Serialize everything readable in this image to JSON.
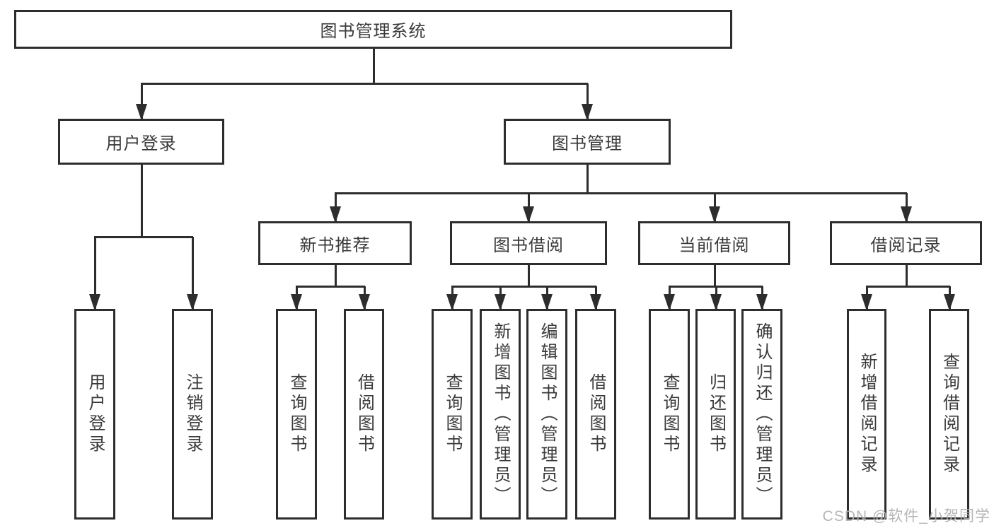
{
  "diagram": {
    "type": "hierarchy",
    "title": "图书管理系统"
  },
  "nodes": {
    "root": "图书管理系统",
    "user-login": "用户登录",
    "book-mgmt": "图书管理",
    "new-book-rec": "新书推荐",
    "book-borrow": "图书借阅",
    "current-borrow": "当前借阅",
    "borrow-records": "借阅记录",
    "login": "用户登录",
    "logout": "注销登录",
    "rec-query-book": "查询图书",
    "rec-borrow-book": "借阅图书",
    "bb-query-book": "查询图书",
    "bb-add-book": "新增图书（管理员）",
    "bb-edit-book": "编辑图书（管理员）",
    "bb-borrow-book": "借阅图书",
    "cb-query-book": "查询图书",
    "cb-return-book": "归还图书",
    "cb-confirm-return": "确认归还（管理员）",
    "br-add-record": "新增借阅记录",
    "br-query-record": "查询借阅记录"
  },
  "hierarchy": [
    {
      "parent": "root",
      "children": [
        "user-login",
        "book-mgmt"
      ]
    },
    {
      "parent": "user-login",
      "children": [
        "login",
        "logout"
      ]
    },
    {
      "parent": "book-mgmt",
      "children": [
        "new-book-rec",
        "book-borrow",
        "current-borrow",
        "borrow-records"
      ]
    },
    {
      "parent": "new-book-rec",
      "children": [
        "rec-query-book",
        "rec-borrow-book"
      ]
    },
    {
      "parent": "book-borrow",
      "children": [
        "bb-query-book",
        "bb-add-book",
        "bb-edit-book",
        "bb-borrow-book"
      ]
    },
    {
      "parent": "current-borrow",
      "children": [
        "cb-query-book",
        "cb-return-book",
        "cb-confirm-return"
      ]
    },
    {
      "parent": "borrow-records",
      "children": [
        "br-add-record",
        "br-query-record"
      ]
    }
  ],
  "watermark": {
    "text": "CSDN @软件_小贺同学"
  },
  "colors": {
    "line": "#2d2d2d",
    "text": "#3a3a3a",
    "box_fill": "#ffffff",
    "watermark": "#b2b2b2"
  }
}
